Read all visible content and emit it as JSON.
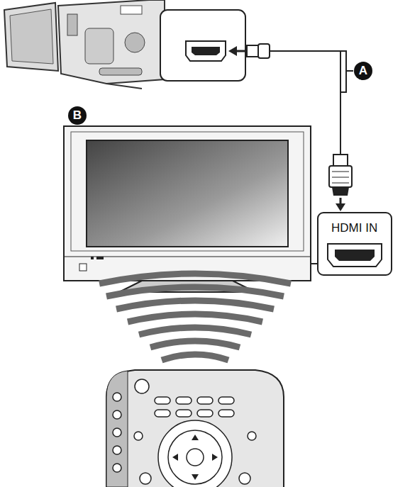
{
  "diagram": {
    "labels": [
      "A",
      "B",
      "HDMI IN"
    ]
  }
}
